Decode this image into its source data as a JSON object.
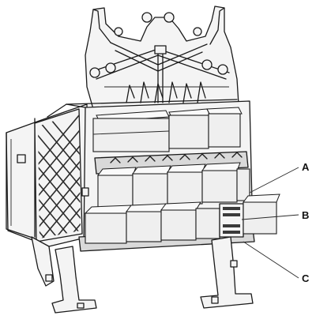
{
  "callouts": {
    "a": {
      "label": "A"
    },
    "b": {
      "label": "B"
    },
    "c": {
      "label": "C"
    }
  },
  "colors": {
    "line": "#1a1a1a",
    "fill": "#f4f4f4",
    "shade": "#d9d9d9",
    "background": "#ffffff"
  }
}
